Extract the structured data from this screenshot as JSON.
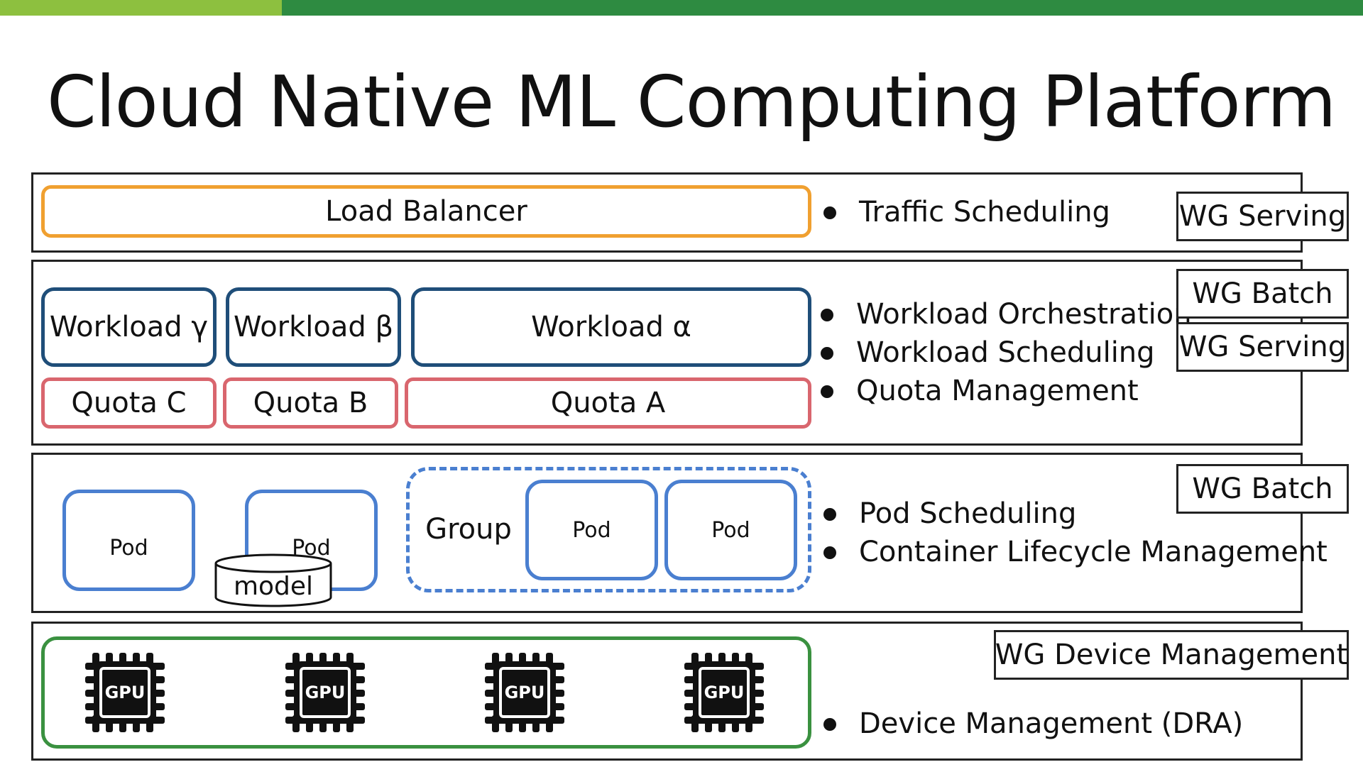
{
  "title": "Cloud Native ML Computing Platform",
  "colors": {
    "topbar_light": "#8dc03f",
    "topbar_dark": "#2e8b41",
    "load_balancer": "#f0a030",
    "workload": "#1f4e79",
    "quota": "#d9666e",
    "pod": "#4a7fd0",
    "gpu_tray": "#3a9140"
  },
  "layer_traffic": {
    "load_balancer": "Load Balancer",
    "bullets": [
      "Traffic Scheduling"
    ],
    "wg_labels": [
      "WG Serving"
    ]
  },
  "layer_workload": {
    "workloads": [
      "Workload γ",
      "Workload β",
      "Workload α"
    ],
    "quotas": [
      "Quota C",
      "Quota B",
      "Quota A"
    ],
    "bullets": [
      "Workload Orchestration",
      "Workload Scheduling",
      "Quota Management"
    ],
    "wg_labels": [
      "WG Batch",
      "WG Serving"
    ]
  },
  "layer_pod": {
    "pods": [
      "Pod",
      "Pod",
      "Pod",
      "Pod"
    ],
    "model_label": "model",
    "group_label": "Group",
    "bullets": [
      "Pod Scheduling",
      "Container Lifecycle Management"
    ],
    "wg_labels": [
      "WG Batch"
    ]
  },
  "layer_device": {
    "gpu_label": "GPU",
    "gpu_icon": "gpu-chip-icon",
    "bullets": [
      "Device Management (DRA)"
    ],
    "wg_labels": [
      "WG Device Management"
    ]
  }
}
